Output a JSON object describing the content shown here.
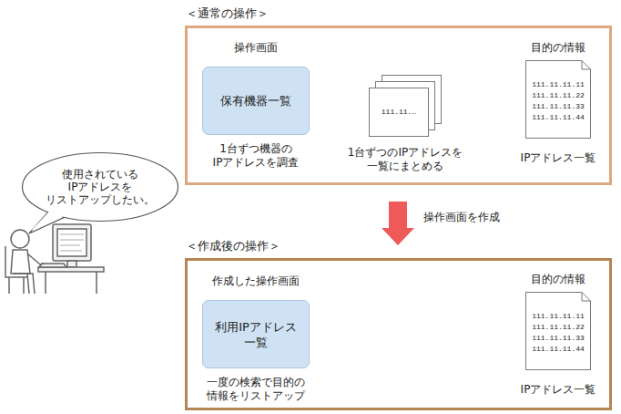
{
  "diagram": {
    "nodes": [
      {
        "text": [
          "使用されている IPアドレスを リストアップしたい。"
        ]
      },
      {
        "text": [
          "＜通常の操作＞"
        ]
      },
      {
        "text": [
          "操作画面",
          "保有機器一覧",
          "1台ずつ機器の IPアドレスを調査"
        ],
        "in": 1
      },
      {
        "text": [
          "111.11.…",
          "1台ずつのIPアドレスを 一覧にまとめる"
        ],
        "in": 1
      },
      {
        "text": [
          "目的の情報",
          "111.11.11.11 111.11.11.22 111.11.11.33 111.11.11.44",
          "IPアドレス一覧"
        ],
        "in": 1
      },
      {
        "text": [
          "＜作成後の操作＞"
        ]
      },
      {
        "text": [
          "作成した操作画面",
          "利用IPアドレス 一覧",
          "一度の検索で目的の 情報をリストアップ"
        ],
        "in": 5
      },
      {
        "text": [
          "目的の情報",
          "111.11.11.11 111.11.11.22 111.11.11.33 111.11.11.44",
          "IPアドレス一覧"
        ],
        "in": 5
      }
    ],
    "edges": [
      {
        "from": 2,
        "to": 3,
        "arrow": "to"
      },
      {
        "from": 3,
        "to": 4,
        "arrow": "to"
      },
      {
        "from": 1,
        "to": 5,
        "arrow": "to",
        "label": "操作画面を作成"
      },
      {
        "from": 6,
        "to": 7,
        "arrow": "to"
      }
    ]
  }
}
